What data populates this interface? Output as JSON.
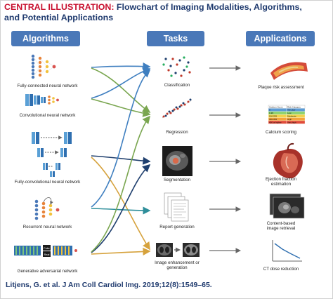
{
  "title": {
    "lead": "CENTRAL ILLUSTRATION:",
    "rest_line1": " Flowchart of Imaging Modalities, Algorithms,",
    "rest_line2": "and Potential Applications"
  },
  "headers": {
    "algorithms": "Algorithms",
    "tasks": "Tasks",
    "applications": "Applications"
  },
  "algorithms": [
    "Fully-connected neural network",
    "Convolutional neural network",
    "Fully-convolutional neural network",
    "Recurrent neural network",
    "Generative adversarial network"
  ],
  "gan_boxes": {
    "fake": "Fake",
    "real": "Real"
  },
  "tasks": [
    "Classification",
    "Regression",
    "Segmentation",
    "Report generation",
    "Image enhancement or generation"
  ],
  "applications": [
    "Plaque risk assessment",
    "Calcium scoring",
    "Ejection fraction estimation",
    "Content-based image retrieval",
    "CT dose reduction"
  ],
  "calcium_table": {
    "header": [
      "Calcium Score",
      "Risk Category"
    ],
    "rows": [
      [
        "0",
        "Very low"
      ],
      [
        "1-99",
        "Low"
      ],
      [
        "100-299",
        "Moderate"
      ],
      [
        "300-399",
        "High"
      ],
      [
        "400 or higher",
        "Very high"
      ]
    ],
    "colors": [
      "#5b9bd5",
      "#8fd36f",
      "#f2d24a",
      "#f4a43c",
      "#e04b3a"
    ]
  },
  "arrow_colors": {
    "blue": "#3f7fc0",
    "green": "#7aa650",
    "orange": "#d6a23c",
    "navy": "#1f3f6e",
    "teal": "#2e8e9a"
  },
  "citation": "Litjens, G. et al. J Am Coll Cardiol Img. 2019;12(8):1549–65."
}
